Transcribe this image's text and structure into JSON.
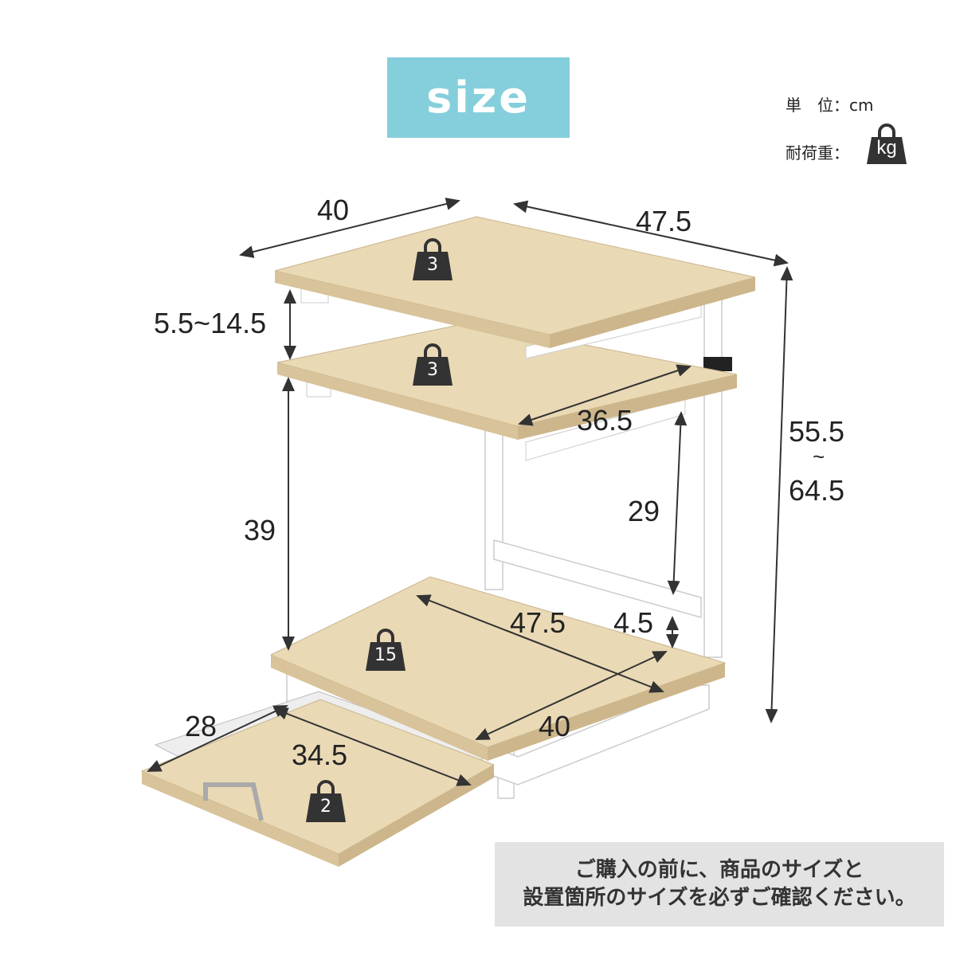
{
  "header": {
    "title": "size"
  },
  "legend": {
    "unit_label": "単　位：cm",
    "load_label": "耐荷重：",
    "load_icon_text": "kg"
  },
  "dimensions": {
    "top_width": "40",
    "top_depth": "47.5",
    "shelf_gap": "5.5~14.5",
    "total_height_min": "55.5",
    "total_height_sep": "~",
    "total_height_max": "64.5",
    "middle_shelf_width": "36.5",
    "lower_height": "39",
    "frame_gap": "29",
    "base_gap": "4.5",
    "bottom_depth": "47.5",
    "bottom_width": "40",
    "tray_depth": "28",
    "tray_width": "34.5"
  },
  "loads": {
    "top": "3",
    "middle": "3",
    "bottom": "15",
    "tray": "2"
  },
  "colors": {
    "title_bg": "#85cfdc",
    "wood": "#ead9b5",
    "frame": "#ffffff",
    "icon": "#333333",
    "note_bg": "#e3e3e3"
  },
  "note": {
    "line1": "ご購入の前に、商品のサイズと",
    "line2": "設置箇所のサイズを必ずご確認ください。"
  }
}
